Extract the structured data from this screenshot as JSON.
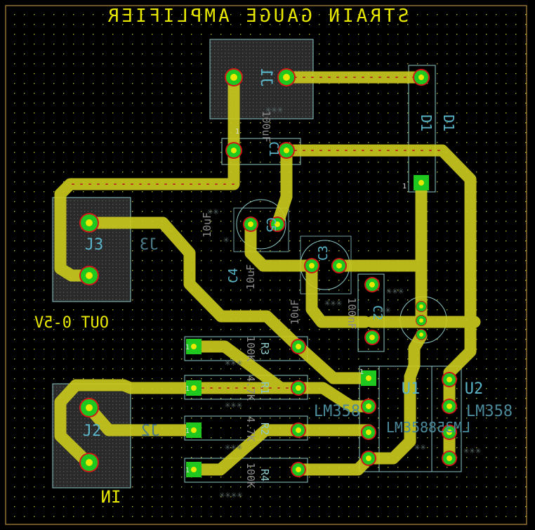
{
  "board": {
    "title": "STRAIN GAUGE AMPLIFIER",
    "label_out": "OUT 0-5V",
    "label_in": "IN",
    "colors": {
      "background": "#000000",
      "trace": "#c8c81e",
      "trace_edge": "#e8e840",
      "pad_outer": "#d01818",
      "pad_inner": "#1ec81e",
      "pad_core": "#e8e800",
      "silk_white": "#dcdcdc",
      "silk_cyan": "#5ab4c8",
      "outline": "#8cc8c8",
      "border": "#b48c3c",
      "title": "#e8e800",
      "label_red": "#e03030",
      "hatch": "#3c3c3c"
    }
  },
  "components": {
    "j1": {
      "ref": "J1"
    },
    "j2": {
      "ref": "J2",
      "alt": "J2"
    },
    "j3": {
      "ref": "J3",
      "alt": "J3"
    },
    "d1": {
      "ref": "D1",
      "alt": "D1"
    },
    "c1": {
      "ref": "C1",
      "value": "100uF"
    },
    "c2": {
      "ref": "C2",
      "value": "100nF"
    },
    "c3": {
      "ref": "C3",
      "value": "10uF"
    },
    "c4": {
      "ref": "C4",
      "value": "10uF"
    },
    "c5": {
      "ref": "C5",
      "value": "10uF"
    },
    "u2": {
      "ref": "U2",
      "value": "LM358"
    },
    "u1": {
      "ref": "U1",
      "value": "LM358"
    },
    "r1": {
      "ref": "R1",
      "value": "4.7K"
    },
    "r2": {
      "ref": "R2",
      "value": "4.7K"
    },
    "r3": {
      "ref": "R3",
      "value": "100K"
    },
    "r4": {
      "ref": "R4",
      "value": "100K"
    }
  }
}
